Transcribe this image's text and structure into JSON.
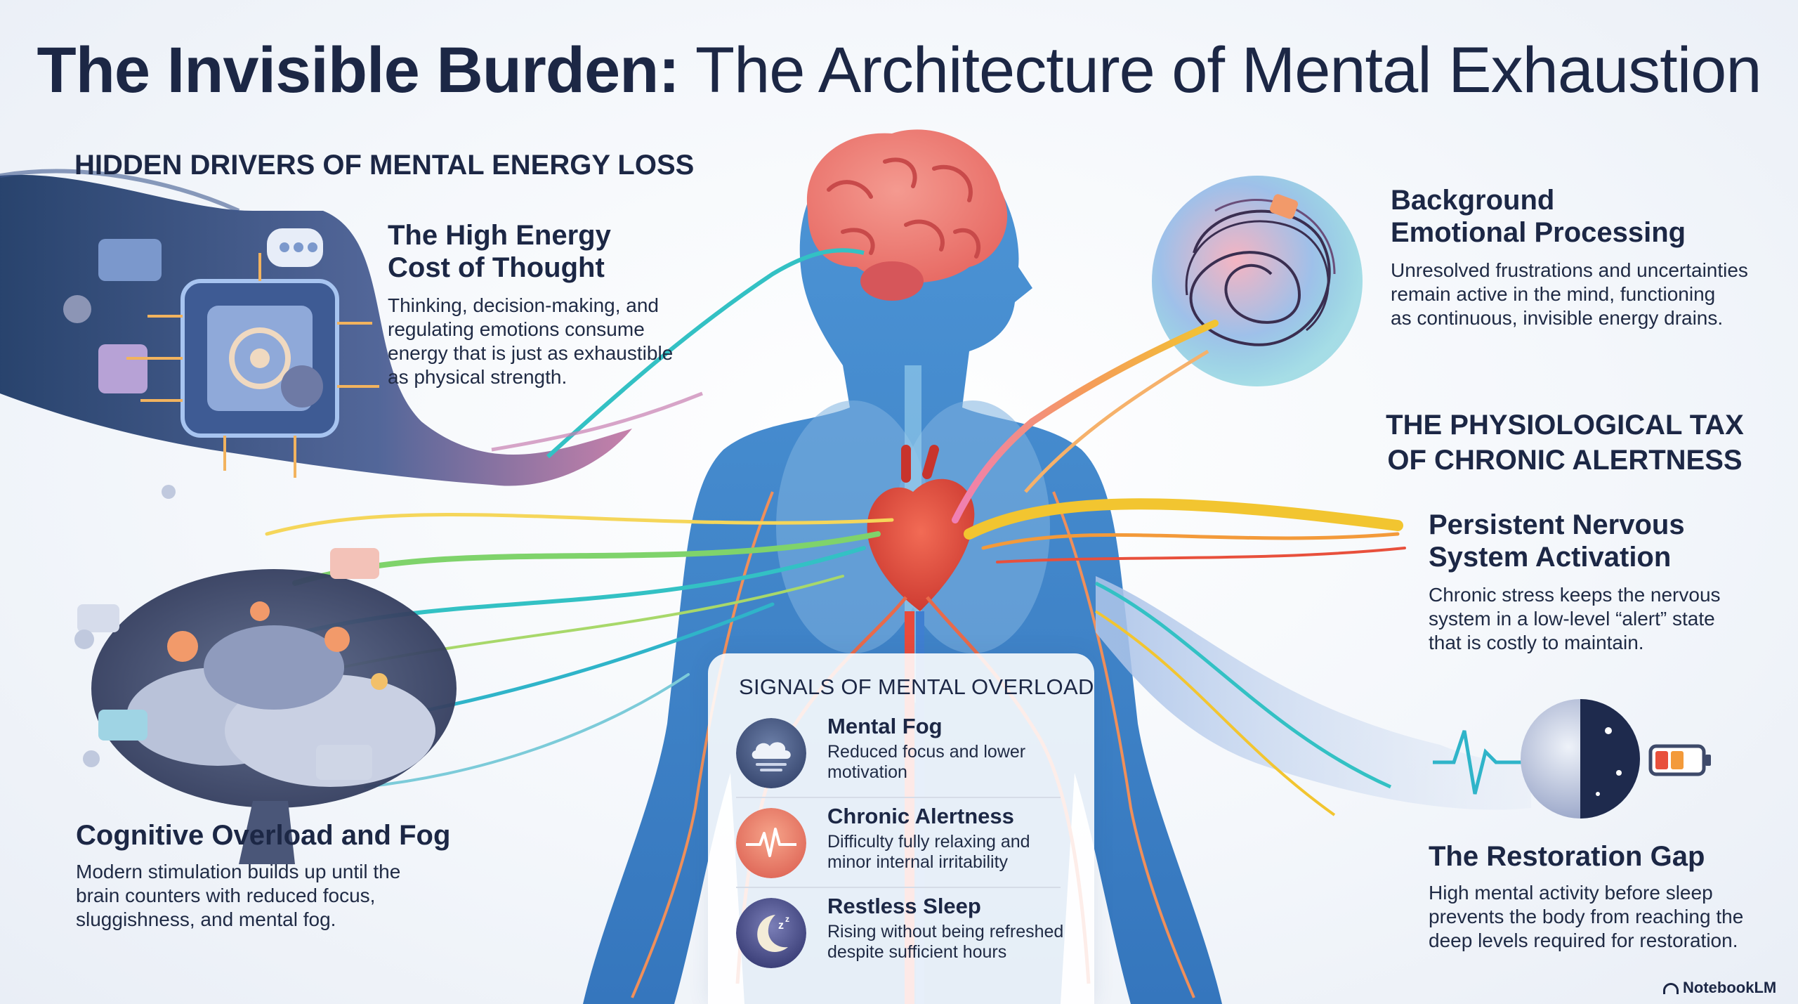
{
  "title": {
    "bold": "The Invisible Burden:",
    "light": " The Architecture of Mental Exhaustion"
  },
  "sections": {
    "hidden_drivers": "HIDDEN DRIVERS OF MENTAL ENERGY LOSS",
    "physiological_tax": [
      "THE PHYSIOLOGICAL TAX",
      "OF CHRONIC ALERTNESS"
    ],
    "signals": "SIGNALS OF MENTAL OVERLOAD"
  },
  "blocks": {
    "high_energy": {
      "title": [
        "The High Energy",
        "Cost of Thought"
      ],
      "body": [
        "Thinking, decision-making, and",
        "regulating emotions consume",
        "energy that is just as exhaustible",
        "as physical strength."
      ]
    },
    "background_emotional": {
      "title": [
        "Background",
        "Emotional Processing"
      ],
      "body": [
        "Unresolved frustrations and uncertainties",
        "remain active in the mind, functioning",
        "as continuous, invisible energy drains."
      ]
    },
    "persistent_nervous": {
      "title": [
        "Persistent Nervous",
        "System Activation"
      ],
      "body": [
        "Chronic stress keeps the nervous",
        "system in a low-level “alert” state",
        "that is costly to maintain."
      ]
    },
    "cognitive_overload": {
      "title": [
        "Cognitive Overload and Fog"
      ],
      "body": [
        "Modern stimulation builds up until the",
        "brain counters with reduced focus,",
        "sluggishness, and mental fog."
      ]
    },
    "restoration_gap": {
      "title": [
        "The Restoration Gap"
      ],
      "body": [
        "High mental activity before sleep",
        "prevents the body from reaching the",
        "deep levels required for restoration."
      ]
    }
  },
  "signals": [
    {
      "title": "Mental Fog",
      "desc": [
        "Reduced focus and lower",
        "motivation"
      ],
      "icon": "cloud-icon"
    },
    {
      "title": "Chronic Alertness",
      "desc": [
        "Difficulty fully relaxing and",
        "minor internal irritability"
      ],
      "icon": "pulse-icon"
    },
    {
      "title": "Restless Sleep",
      "desc": [
        "Rising without being refreshed",
        "despite sufficient hours"
      ],
      "icon": "moon-icon"
    }
  ],
  "brand": "NotebookLM",
  "colors": {
    "navy": "#1c2745",
    "body_blue": "#3f86cc",
    "brain_pink": "#ee7b78",
    "heart_red": "#e84a3c",
    "accent_orange": "#f39a3a",
    "accent_yellow": "#f2c530",
    "accent_teal": "#33c1c4"
  }
}
